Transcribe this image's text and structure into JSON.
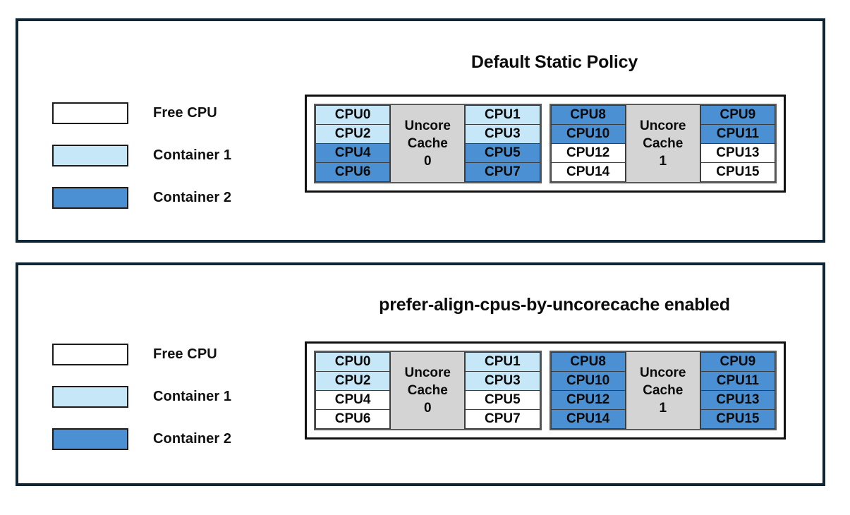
{
  "panels": [
    {
      "title": "Default Static Policy",
      "legend": {
        "items": [
          {
            "label": "Free CPU",
            "swatch": "free",
            "color": "#ffffff"
          },
          {
            "label": "Container 1",
            "swatch": "container1",
            "color": "#c6e7f7"
          },
          {
            "label": "Container 2",
            "swatch": "container2",
            "color": "#4a90d2"
          }
        ]
      },
      "groups": [
        {
          "cache_label_line1": "Uncore",
          "cache_label_line2": "Cache",
          "cache_label_line3": "0",
          "left_column": [
            {
              "label": "CPU0",
              "state": "container1"
            },
            {
              "label": "CPU2",
              "state": "container1"
            },
            {
              "label": "CPU4",
              "state": "container2"
            },
            {
              "label": "CPU6",
              "state": "container2"
            }
          ],
          "right_column": [
            {
              "label": "CPU1",
              "state": "container1"
            },
            {
              "label": "CPU3",
              "state": "container1"
            },
            {
              "label": "CPU5",
              "state": "container2"
            },
            {
              "label": "CPU7",
              "state": "container2"
            }
          ]
        },
        {
          "cache_label_line1": "Uncore",
          "cache_label_line2": "Cache",
          "cache_label_line3": "1",
          "left_column": [
            {
              "label": "CPU8",
              "state": "container2"
            },
            {
              "label": "CPU10",
              "state": "container2"
            },
            {
              "label": "CPU12",
              "state": "free"
            },
            {
              "label": "CPU14",
              "state": "free"
            }
          ],
          "right_column": [
            {
              "label": "CPU9",
              "state": "container2"
            },
            {
              "label": "CPU11",
              "state": "container2"
            },
            {
              "label": "CPU13",
              "state": "free"
            },
            {
              "label": "CPU15",
              "state": "free"
            }
          ]
        }
      ]
    },
    {
      "title": "prefer-align-cpus-by-uncorecache enabled",
      "legend": {
        "items": [
          {
            "label": "Free CPU",
            "swatch": "free",
            "color": "#ffffff"
          },
          {
            "label": "Container 1",
            "swatch": "container1",
            "color": "#c6e7f7"
          },
          {
            "label": "Container 2",
            "swatch": "container2",
            "color": "#4a90d2"
          }
        ]
      },
      "groups": [
        {
          "cache_label_line1": "Uncore",
          "cache_label_line2": "Cache",
          "cache_label_line3": "0",
          "left_column": [
            {
              "label": "CPU0",
              "state": "container1"
            },
            {
              "label": "CPU2",
              "state": "container1"
            },
            {
              "label": "CPU4",
              "state": "free"
            },
            {
              "label": "CPU6",
              "state": "free"
            }
          ],
          "right_column": [
            {
              "label": "CPU1",
              "state": "container1"
            },
            {
              "label": "CPU3",
              "state": "container1"
            },
            {
              "label": "CPU5",
              "state": "free"
            },
            {
              "label": "CPU7",
              "state": "free"
            }
          ]
        },
        {
          "cache_label_line1": "Uncore",
          "cache_label_line2": "Cache",
          "cache_label_line3": "1",
          "left_column": [
            {
              "label": "CPU8",
              "state": "container2"
            },
            {
              "label": "CPU10",
              "state": "container2"
            },
            {
              "label": "CPU12",
              "state": "container2"
            },
            {
              "label": "CPU14",
              "state": "container2"
            }
          ],
          "right_column": [
            {
              "label": "CPU9",
              "state": "container2"
            },
            {
              "label": "CPU11",
              "state": "container2"
            },
            {
              "label": "CPU13",
              "state": "container2"
            },
            {
              "label": "CPU15",
              "state": "container2"
            }
          ]
        }
      ]
    }
  ]
}
